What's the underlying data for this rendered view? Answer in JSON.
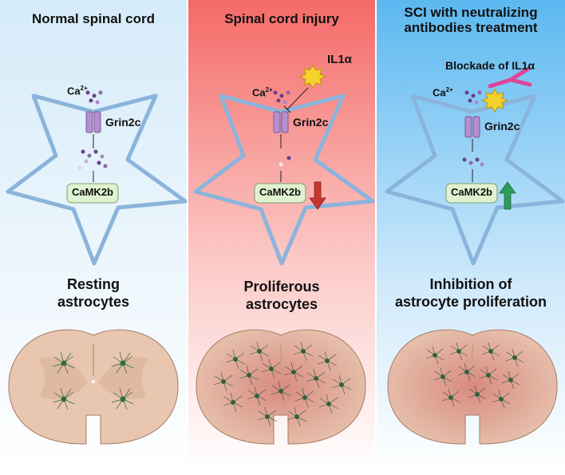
{
  "panels": [
    {
      "title": "Normal spinal cord",
      "ion_label": "Ca",
      "ion_charge": "2+",
      "receptor_label": "Grin2c",
      "kinase_label": "CaMK2b",
      "state_line1": "Resting",
      "state_line2": "astrocytes",
      "background": "#e3f1fb"
    },
    {
      "title": "Spinal cord injury",
      "cytokine_label": "IL1α",
      "ion_label": "Ca",
      "ion_charge": "2+",
      "receptor_label": "Grin2c",
      "kinase_label": "CaMK2b",
      "state_line1": "Proliferous",
      "state_line2": "astrocytes",
      "arrow_direction": "down",
      "arrow_color": "#c8372f",
      "background": "#f06a68"
    },
    {
      "title_line1": "SCI with neutralizing",
      "title_line2": "antibodies treatment",
      "blockade_label": "Blockade of IL1α",
      "ion_label": "Ca",
      "ion_charge": "2+",
      "receptor_label": "Grin2c",
      "kinase_label": "CaMK2b",
      "state_line1": "Inhibition of",
      "state_line2": "astrocyte proliferation",
      "arrow_direction": "up",
      "arrow_color": "#2e9a5c",
      "background": "#5fbaf0"
    }
  ],
  "colors": {
    "star_outline": "#8bb4dc",
    "receptor": "#b58fd0",
    "kinase_box": "#dff2cf",
    "cord_fill": "#e8c6b0",
    "astrocyte": "#2f6a3c",
    "cytokine": "#f5d22b",
    "antibody": "#e0449a"
  }
}
